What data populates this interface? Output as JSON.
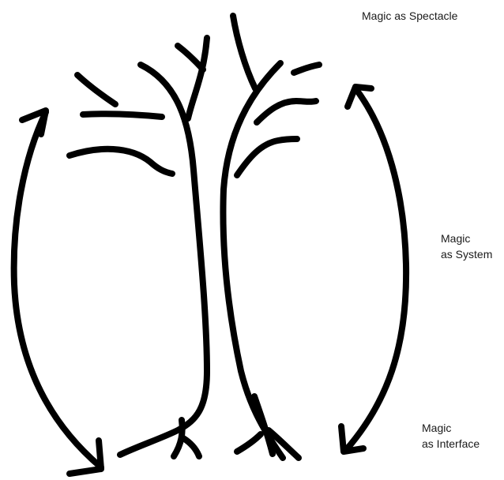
{
  "labels": {
    "spectacle": "Magic as Spectacle",
    "system": {
      "line1": "Magic",
      "line2": "as System"
    },
    "interface": {
      "line1": "Magic",
      "line2": "as Interface"
    }
  },
  "colors": {
    "ink": "#000000",
    "background": "#ffffff"
  }
}
